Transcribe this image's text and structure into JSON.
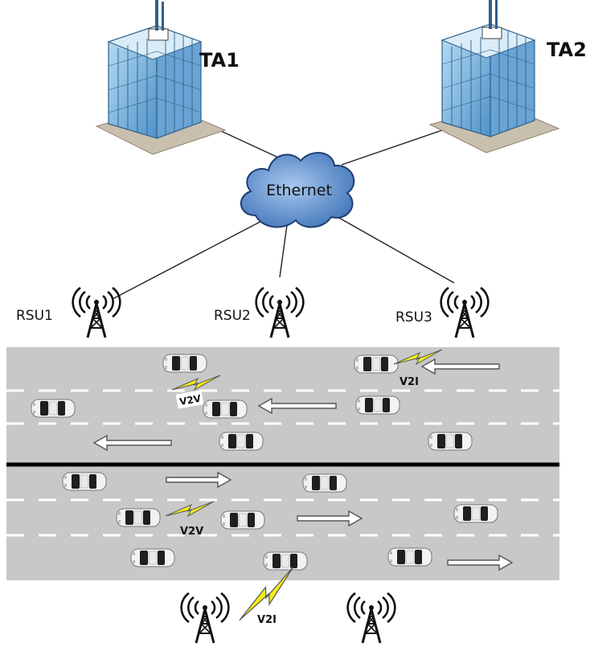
{
  "servers": [
    {
      "label": "TA1"
    },
    {
      "label": "TA2"
    }
  ],
  "cloud": {
    "label": "Ethernet"
  },
  "rsus": [
    {
      "label": "RSU1"
    },
    {
      "label": "RSU2"
    },
    {
      "label": "RSU3"
    }
  ],
  "links": {
    "v2v_top": "V2V",
    "v2i_top": "V2I",
    "v2v_bottom": "V2V",
    "v2i_bottom": "V2I"
  },
  "colors": {
    "road": "#c8c8c8",
    "lane_mark": "#ffffff",
    "median": "#000000",
    "cloud_fill": "#6f9fd6",
    "bolt": "#f5ee1a",
    "building_glass": "#8fc3e8"
  }
}
